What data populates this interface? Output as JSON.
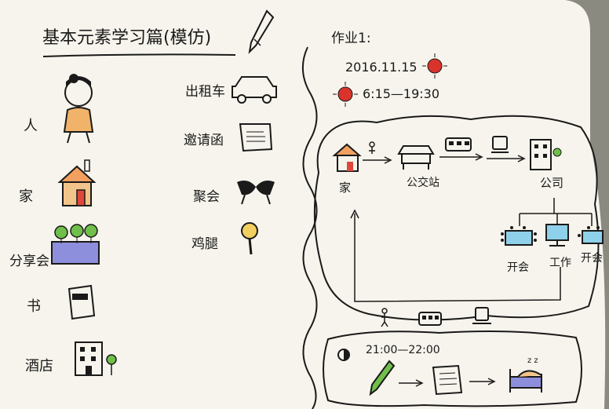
{
  "left_page": {
    "title": "基本元素学习篇(模仿)",
    "elements": [
      {
        "label": "人",
        "icon": "person-icon"
      },
      {
        "label": "家",
        "icon": "house-icon"
      },
      {
        "label": "分享会",
        "icon": "sharing-board-icon"
      },
      {
        "label": "书",
        "icon": "book-icon"
      },
      {
        "label": "酒店",
        "icon": "hotel-icon"
      },
      {
        "label": "出租车",
        "icon": "taxi-icon"
      },
      {
        "label": "邀请函",
        "icon": "invitation-icon"
      },
      {
        "label": "聚会",
        "icon": "toast-glasses-icon"
      },
      {
        "label": "鸡腿",
        "icon": "drumstick-icon"
      }
    ]
  },
  "right_page": {
    "heading": "作业1:",
    "date": "2016.11.15",
    "time": "6:15—19:30",
    "commute": {
      "home": "家",
      "bus_stop": "公交站",
      "company": "公司",
      "meeting_left": "开会",
      "work": "工作",
      "meeting_right": "开会"
    },
    "evening": {
      "time": "21:00—22:00"
    }
  },
  "colors": {
    "paper": "#f6f4ec",
    "ink": "#1a1a1a",
    "sun": "#d9332b",
    "house_wall": "#f2c38a",
    "house_door": "#e0463a",
    "board": "#8e8fdc",
    "screen": "#8fd0ea",
    "tree": "#6fbf4a",
    "skin": "#f1b36a"
  }
}
